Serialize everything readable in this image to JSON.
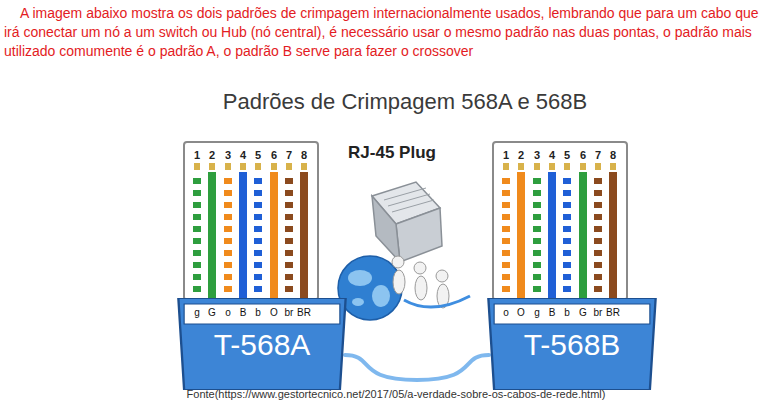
{
  "diagram": {
    "title": "Padrões de Crimpagem 568A e 568B",
    "caption": "Fonte(https://www.gestortecnico.net/2017/05/a-verdade-sobre-os-cabos-de-rede.html)",
    "nodes": [
      {
        "text": [
          "T-568A"
        ]
      },
      {
        "text": [
          "T-568B"
        ]
      }
    ],
    "edges": [
      {
        "from": 0,
        "to": 1,
        "arrow": "none"
      }
    ],
    "labels": [
      "A imagem abaixo mostra os dois padrões de crimpagem internacionalmente usados, lembrando que para um cabo que irá conectar um nó a um switch ou Hub (nó central), é necessário usar o mesmo padrão nas duas pontas, o padrão mais utilizado comumente é o padrão A, o padrão B serve para fazer o crossover",
      "1",
      "2",
      "3",
      "4",
      "5",
      "6",
      "7",
      "8",
      "g",
      "G",
      "o",
      "B",
      "b",
      "O",
      "br",
      "BR",
      "RJ-45 Plug",
      "1",
      "2",
      "3",
      "4",
      "5",
      "6",
      "7",
      "8",
      "o",
      "O",
      "g",
      "B",
      "b",
      "G",
      "br",
      "BR"
    ]
  }
}
